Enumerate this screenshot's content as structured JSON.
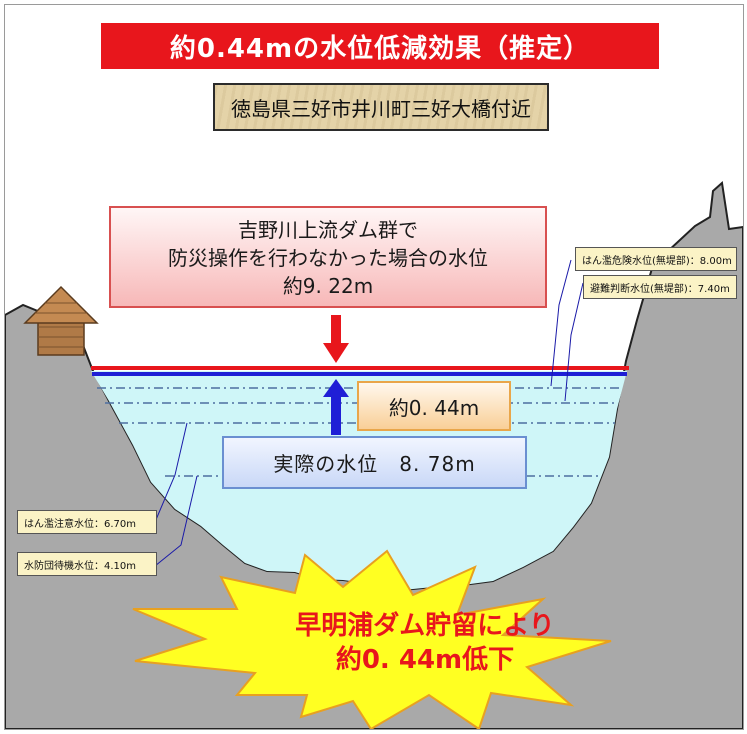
{
  "title": "約0.44mの水位低減効果（推定）",
  "location": "徳島県三好市井川町三好大橋付近",
  "scenario_without_operation": {
    "line1": "吉野川上流ダム群で",
    "line2": "防災操作を行わなかった場合の水位",
    "line3": "約9. 22m"
  },
  "reduction_label": "約0. 44m",
  "actual_level_label": "実際の水位　8. 78m",
  "reference_levels": {
    "flood_danger": "はん濫危険水位(無堤部)：8.00m",
    "evacuation": "避難判断水位(無堤部)：7.40m",
    "flood_caution": "はん濫注意水位：6.70m",
    "standby": "水防団待機水位：4.10m"
  },
  "burst": {
    "line1": "早明浦ダム貯留により",
    "line2": "約0. 44m低下"
  },
  "colors": {
    "title_bg": "#e8161c",
    "water": "#cff6f8",
    "ground": "#a9a9a9",
    "red_line": "#e8161c",
    "blue_line": "#1f1fd6",
    "burst_fill": "#ffff22"
  }
}
